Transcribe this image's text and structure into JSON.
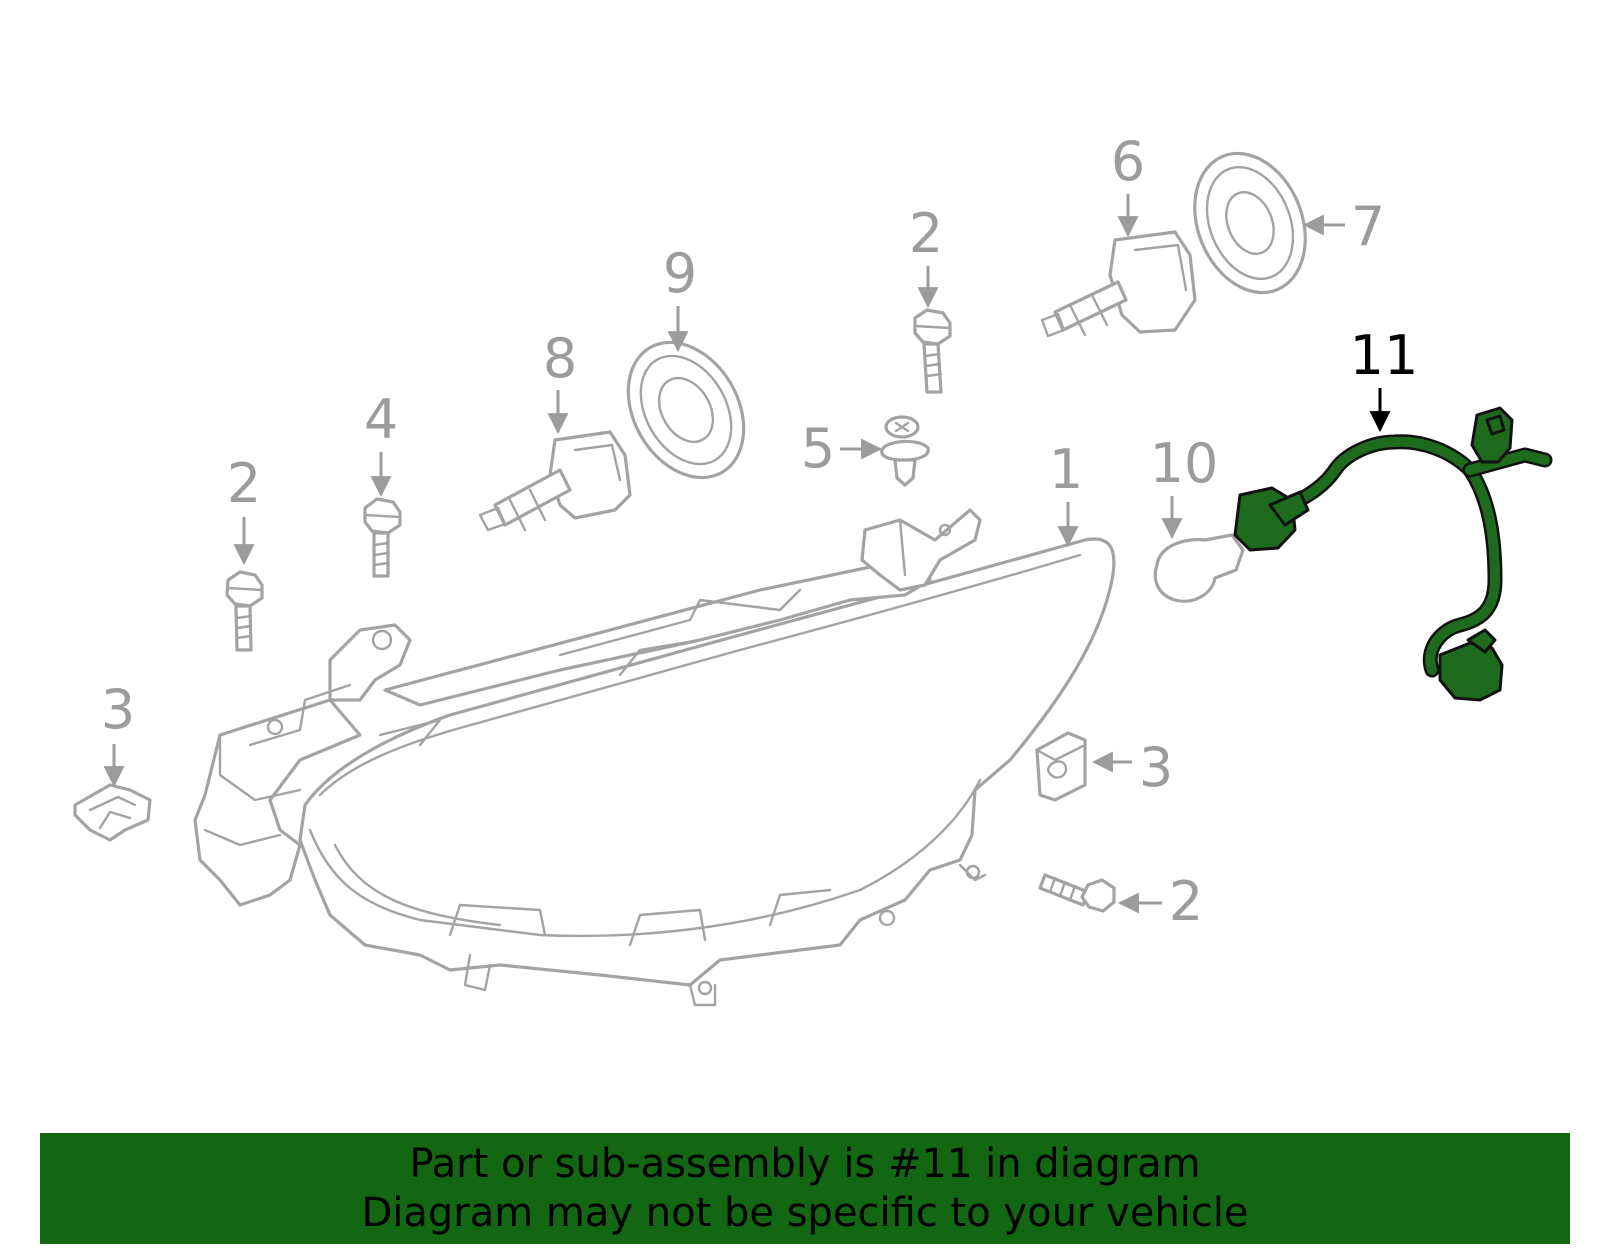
{
  "colors": {
    "line_art": "#a3a3a3",
    "callout_text": "#9c9c9c",
    "highlight_text": "#000000",
    "harness_fill": "#1e6b1e",
    "banner_background": "#136612",
    "banner_text": "#000000"
  },
  "callouts": {
    "headlamp": "1",
    "bolt_left": "2",
    "bolt_top": "2",
    "bolt_right": "2",
    "clip_left": "3",
    "clip_right": "3",
    "bolt_4": "4",
    "screw_5": "5",
    "bulb_6": "6",
    "cap_7": "7",
    "bulb_8": "8",
    "cap_9": "9",
    "bulb_10": "10",
    "harness_11": "11"
  },
  "highlighted_part": "11",
  "banner": {
    "line1": "Part or sub-assembly is #11 in diagram",
    "line2": "Diagram may not be specific to your vehicle"
  }
}
